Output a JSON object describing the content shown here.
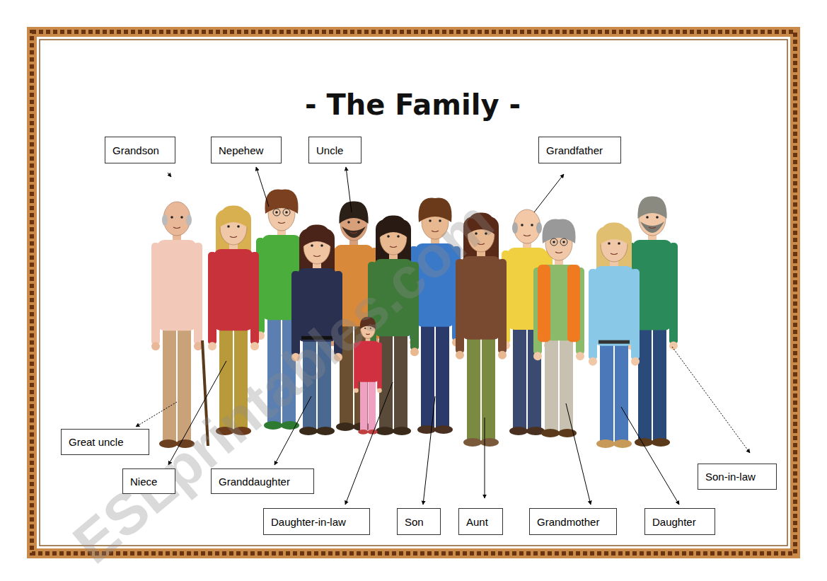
{
  "diagram": {
    "title": "- The Family -",
    "nodes": [
      {
        "text": [
          "Grandson"
        ]
      },
      {
        "text": [
          "Nepehew"
        ]
      },
      {
        "text": [
          "Uncle"
        ]
      },
      {
        "text": [
          "Grandfather"
        ]
      },
      {
        "text": [
          "Great uncle"
        ]
      },
      {
        "text": [
          "Son-in-law"
        ]
      },
      {
        "text": [
          "Niece"
        ]
      },
      {
        "text": [
          "Granddaughter"
        ]
      },
      {
        "text": [
          "Daughter-in-law"
        ]
      },
      {
        "text": [
          "Son"
        ]
      },
      {
        "text": [
          "Aunt"
        ]
      },
      {
        "text": [
          "Grandmother"
        ]
      },
      {
        "text": [
          "Daughter"
        ]
      }
    ],
    "labels": [
      "ESLprintables.com"
    ]
  }
}
